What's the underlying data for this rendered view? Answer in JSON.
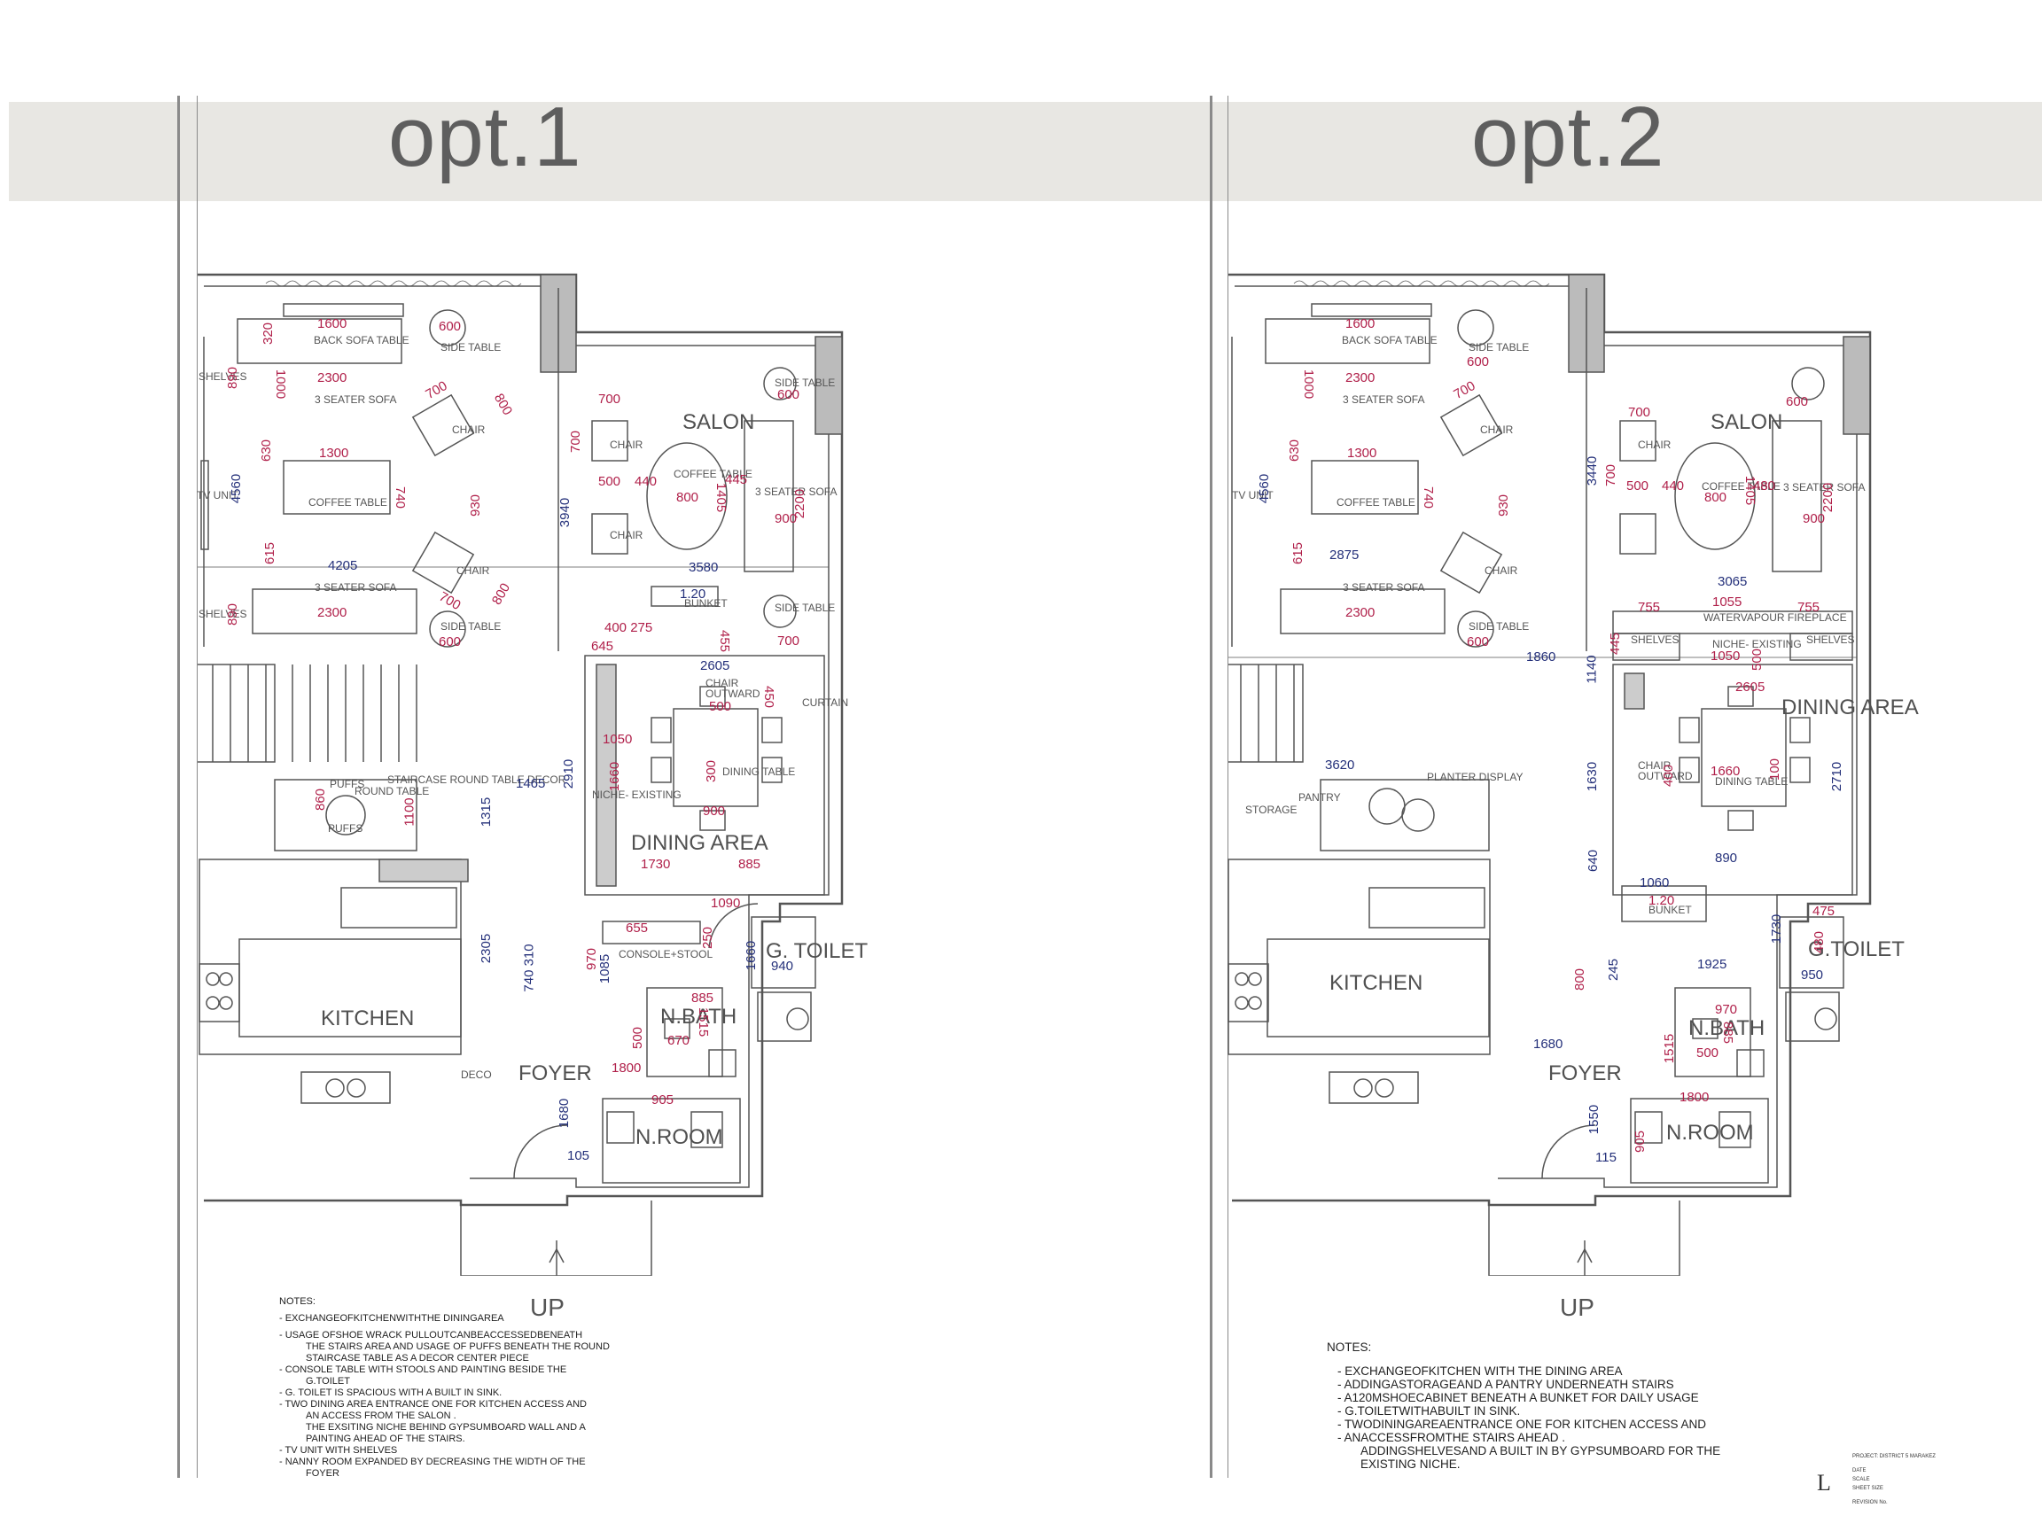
{
  "options": [
    {
      "title": "opt.1",
      "rooms": {
        "salon": "SALON",
        "dining": "DINING AREA",
        "toilet": "G. TOILET",
        "kitchen": "KITCHEN",
        "nbath": "N.BATH",
        "foyer": "FOYER",
        "nroom": "N.ROOM",
        "up": "UP"
      },
      "furniture": {
        "back_sofa_table": "BACK SOFA TABLE",
        "side_table_a": "SIDE TABLE",
        "shelves_a": "SHELVES",
        "three_seater_a": "3 SEATER SOFA",
        "chair_a": "CHAIR",
        "tv_unit": "TV UNIT",
        "coffee_table_a": "COFFEE TABLE",
        "chair_b": "CHAIR",
        "three_seater_b": "3 SEATER SOFA",
        "shelves_b": "SHELVES",
        "side_table_b": "SIDE TABLE",
        "salon_chair_a": "CHAIR",
        "salon_chair_b": "CHAIR",
        "salon_coffee": "COFFEE TABLE",
        "salon_sofa": "3 SEATER SOFA",
        "salon_side_a": "SIDE TABLE",
        "salon_side_b": "SIDE TABLE",
        "bunket": "BUNKET",
        "chair_outward": "CHAIR OUTWARD",
        "curtain": "CURTAIN",
        "dining_table": "DINING TABLE",
        "niche": "NICHE- EXISTING",
        "staircase": "STAIRCASE ROUND TABLE DECOR",
        "puffs_a": "PUFFS",
        "round_table": "ROUND TABLE",
        "puffs_b": "PUFFS",
        "console": "CONSOLE+STOOL",
        "deco": "DECO"
      },
      "dims_red": [
        "320",
        "1600",
        "600",
        "890",
        "1000",
        "2300",
        "700",
        "800",
        "630",
        "1300",
        "740",
        "930",
        "615",
        "700",
        "800",
        "890",
        "2300",
        "600",
        "700",
        "700",
        "500",
        "440",
        "800",
        "445",
        "1405",
        "2200",
        "900",
        "600",
        "700",
        "400 275",
        "645",
        "455",
        "450",
        "500",
        "1050",
        "1660",
        "300",
        "860",
        "1100",
        "900",
        "1730",
        "885",
        "655",
        "1090",
        "250",
        "970",
        "885",
        "1515",
        "500",
        "670",
        "1800",
        "905"
      ],
      "dims_blue": [
        "4560",
        "4205",
        "3940",
        "3580",
        "1.20",
        "2605",
        "1465",
        "2910",
        "1315",
        "2305",
        "740 310",
        "1085",
        "1660",
        "940",
        "1680",
        "105"
      ],
      "notes_heading": "NOTES:",
      "notes": [
        "- EXCHANGEOFKITCHENWITHTHE DININGAREA",
        "- USAGE OFSHOE WRACK PULLOUTCANBEACCESSEDBENEATH",
        "THE STAIRS AREA AND USAGE OF PUFFS BENEATH THE ROUND",
        "STAIRCASE TABLE AS A DECOR CENTER PIECE",
        "- CONSOLE TABLE WITH STOOLS AND PAINTING BESIDE THE",
        "G.TOILET",
        "- G. TOILET IS SPACIOUS WITH A BUILT IN SINK.",
        "- TWO DINING AREA ENTRANCE ONE FOR KITCHEN ACCESS AND",
        "AN ACCESS FROM THE SALON .",
        "THE EXSITING NICHE BEHIND GYPSUMBOARD WALL AND A",
        "PAINTING AHEAD OF THE STAIRS.",
        "- TV UNIT WITH SHELVES",
        "- NANNY ROOM EXPANDED BY DECREASING THE WIDTH OF THE",
        "FOYER"
      ]
    },
    {
      "title": "opt.2",
      "rooms": {
        "salon": "SALON",
        "dining": "DINING AREA",
        "toilet": "G.TOILET",
        "kitchen": "KITCHEN",
        "nbath": "N.BATH",
        "foyer": "FOYER",
        "nroom": "N.ROOM",
        "up": "UP"
      },
      "furniture": {
        "back_sofa_table": "BACK SOFA TABLE",
        "side_table_a": "SIDE TABLE",
        "three_seater_a": "3 SEATER SOFA",
        "chair_a": "CHAIR",
        "tv_unit": "TV UNIT",
        "coffee_table_a": "COFFEE TABLE",
        "chair_b": "CHAIR",
        "three_seater_b": "3 SEATER SOFA",
        "side_table_b": "SIDE TABLE",
        "salon_chair_a": "CHAIR",
        "salon_coffee": "COFFEE TABLE",
        "salon_sofa": "3 SEATER SOFA",
        "fireplace": "WATERVAPOUR FIREPLACE",
        "shelves_a": "SHELVES",
        "niche": "NICHE- EXISTING",
        "shelves_b": "SHELVES",
        "chair_outward": "CHAIR OUTWARD",
        "dining_table": "DINING TABLE",
        "planter": "PLANTER DISPLAY",
        "pantry": "PANTRY",
        "storage": "STORAGE",
        "bunket": "BUNKET"
      },
      "dims_red": [
        "1600",
        "600",
        "1000",
        "2300",
        "700",
        "630",
        "1300",
        "740",
        "930",
        "615",
        "2300",
        "600",
        "600",
        "700",
        "700",
        "500",
        "440",
        "800",
        "1405",
        "480",
        "2200",
        "900",
        "755",
        "1055",
        "755",
        "445",
        "1050",
        "500",
        "2605",
        "400",
        "1660",
        "100",
        "1.20",
        "475",
        "480",
        "970",
        "885",
        "1515",
        "500",
        "1800",
        "905",
        "800"
      ],
      "dims_blue": [
        "4560",
        "3440",
        "2875",
        "3065",
        "1860",
        "1140",
        "3620",
        "1630",
        "2710",
        "640",
        "890",
        "1060",
        "1730",
        "950",
        "1925",
        "245",
        "1680",
        "1550",
        "115"
      ],
      "notes_heading": "NOTES:",
      "notes": [
        "- EXCHANGEOFKITCHEN WITH THE DINING AREA",
        "- ADDINGASTORAGEAND A PANTRY UNDERNEATH STAIRS",
        "- A120MSHOECABINET BENEATH A BUNKET FOR DAILY USAGE",
        "- G.TOILETWITHABUILT IN SINK.",
        "- TWODININGAREAENTRANCE ONE FOR KITCHEN ACCESS AND",
        "- ANACCESSFROMTHE STAIRS AHEAD .",
        "ADDINGSHELVESAND A BUILT IN BY GYPSUMBOARD FOR THE",
        "EXISTING NICHE."
      ]
    }
  ],
  "title_block": {
    "project": "PROJECT: DISTRICT 5 MARAKEZ",
    "date": "DATE",
    "scale": "SCALE",
    "sheet": "SHEET SIZE",
    "revision": "REVISION No.",
    "logo": "L"
  }
}
